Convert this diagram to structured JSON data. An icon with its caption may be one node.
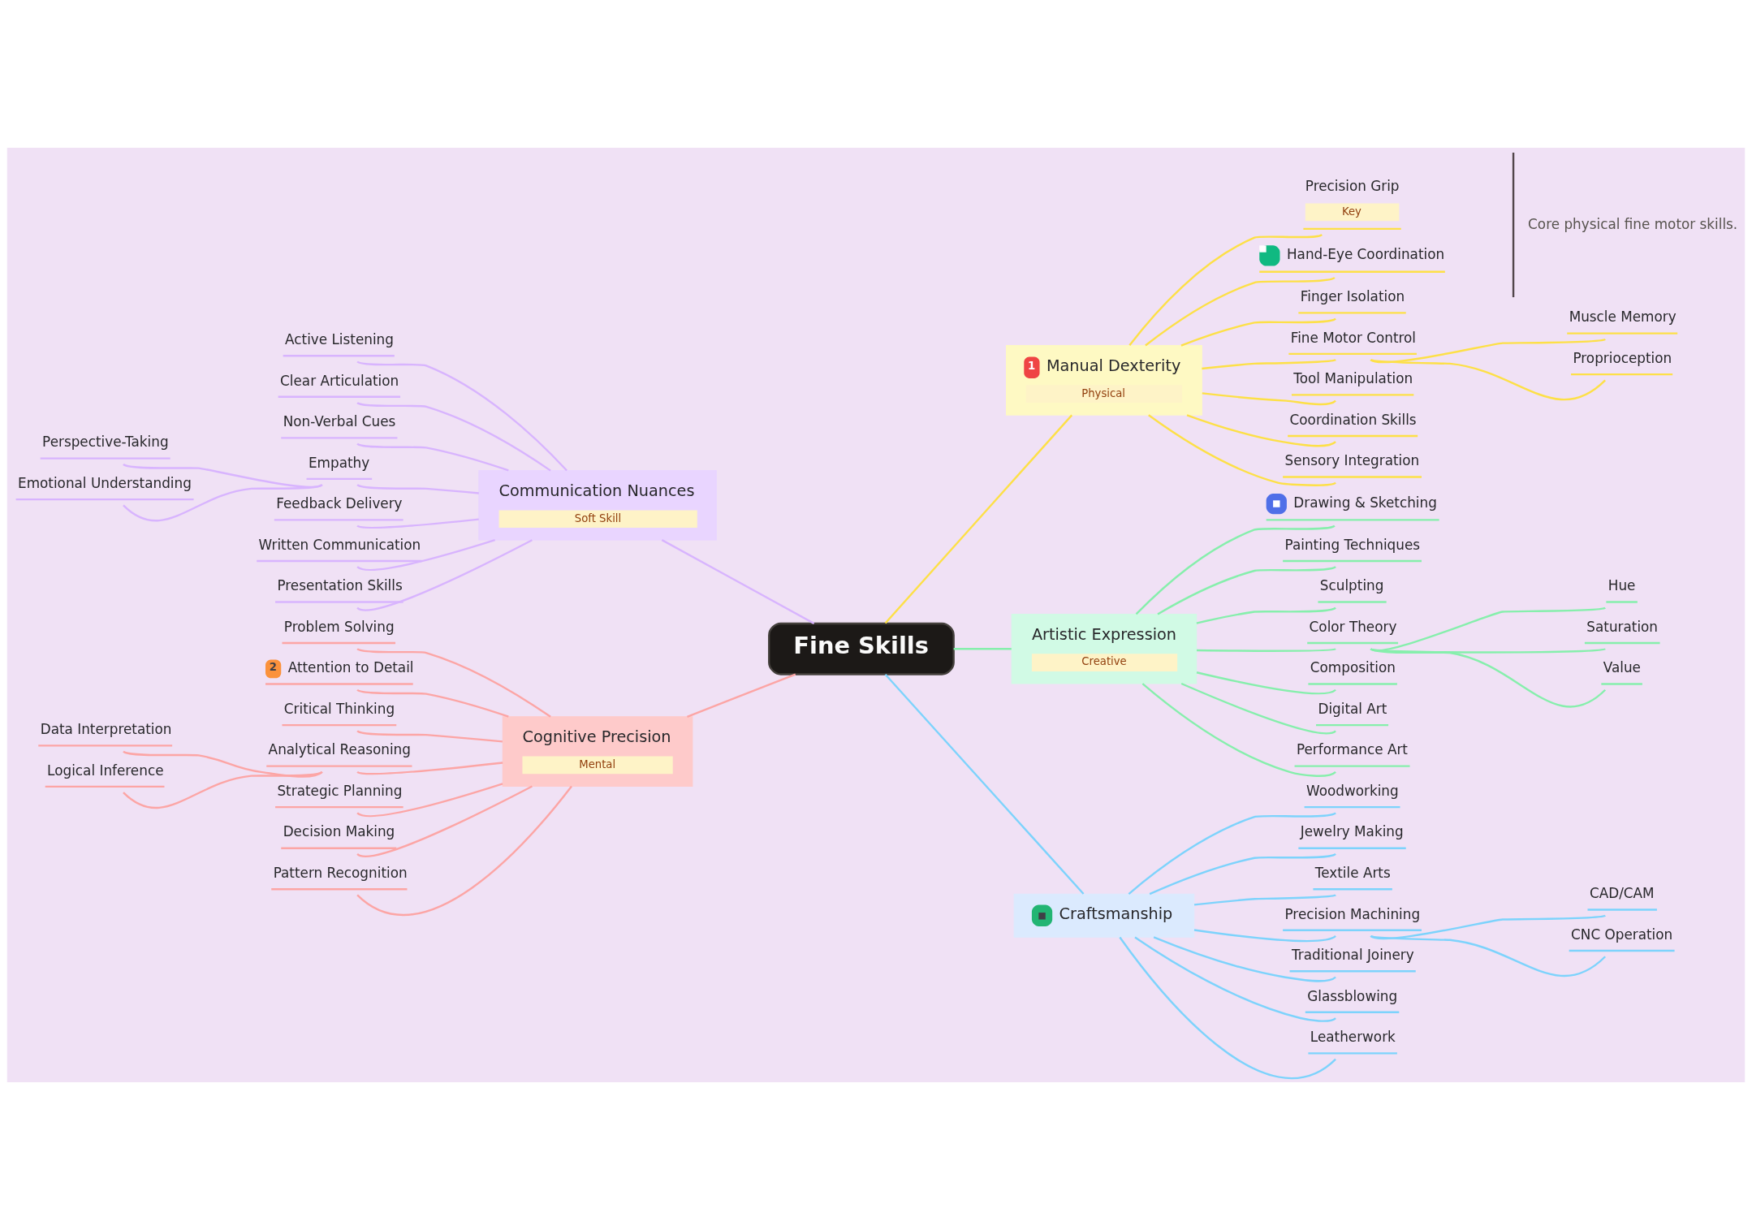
{
  "diagram": {
    "nodes": [
      {
        "text": [
          "Fine Skills"
        ]
      },
      {
        "text": [
          "1",
          "Manual Dexterity",
          "Physical"
        ]
      },
      {
        "text": [
          "Precision Grip",
          "Key"
        ]
      },
      {
        "text": [
          "Hand-Eye Coordination"
        ]
      },
      {
        "text": [
          "Finger Isolation"
        ]
      },
      {
        "text": [
          "Fine Motor Control"
        ]
      },
      {
        "text": [
          "Muscle Memory"
        ]
      },
      {
        "text": [
          "Proprioception"
        ]
      },
      {
        "text": [
          "Tool Manipulation"
        ]
      },
      {
        "text": [
          "Coordination Skills"
        ]
      },
      {
        "text": [
          "Sensory Integration"
        ]
      },
      {
        "text": [
          "Artistic Expression",
          "Creative"
        ]
      },
      {
        "text": [
          "Drawing & Sketching"
        ]
      },
      {
        "text": [
          "Painting Techniques"
        ]
      },
      {
        "text": [
          "Sculpting"
        ]
      },
      {
        "text": [
          "Color Theory"
        ]
      },
      {
        "text": [
          "Hue"
        ]
      },
      {
        "text": [
          "Saturation"
        ]
      },
      {
        "text": [
          "Value"
        ]
      },
      {
        "text": [
          "Composition"
        ]
      },
      {
        "text": [
          "Digital Art"
        ]
      },
      {
        "text": [
          "Performance Art"
        ]
      },
      {
        "text": [
          "Craftsmanship"
        ]
      },
      {
        "text": [
          "Woodworking"
        ]
      },
      {
        "text": [
          "Jewelry Making"
        ]
      },
      {
        "text": [
          "Textile Arts"
        ]
      },
      {
        "text": [
          "Precision Machining"
        ]
      },
      {
        "text": [
          "CAD/CAM"
        ]
      },
      {
        "text": [
          "CNC Operation"
        ]
      },
      {
        "text": [
          "Traditional Joinery"
        ]
      },
      {
        "text": [
          "Glassblowing"
        ]
      },
      {
        "text": [
          "Leatherwork"
        ]
      },
      {
        "text": [
          "Communication Nuances",
          "Soft Skill"
        ]
      },
      {
        "text": [
          "Active Listening"
        ]
      },
      {
        "text": [
          "Clear Articulation"
        ]
      },
      {
        "text": [
          "Non-Verbal Cues"
        ]
      },
      {
        "text": [
          "Empathy"
        ]
      },
      {
        "text": [
          "Perspective-Taking"
        ]
      },
      {
        "text": [
          "Emotional Understanding"
        ]
      },
      {
        "text": [
          "Feedback Delivery"
        ]
      },
      {
        "text": [
          "Written Communication"
        ]
      },
      {
        "text": [
          "Presentation Skills"
        ]
      },
      {
        "text": [
          "Cognitive Precision",
          "Mental"
        ]
      },
      {
        "text": [
          "Problem Solving"
        ]
      },
      {
        "text": [
          "2",
          "Attention to Detail"
        ]
      },
      {
        "text": [
          "Critical Thinking"
        ]
      },
      {
        "text": [
          "Analytical Reasoning"
        ]
      },
      {
        "text": [
          "Data Interpretation"
        ]
      },
      {
        "text": [
          "Logical Inference"
        ]
      },
      {
        "text": [
          "Strategic Planning"
        ]
      },
      {
        "text": [
          "Decision Making"
        ]
      },
      {
        "text": [
          "Pattern Recognition"
        ]
      }
    ],
    "edges": [
      {
        "from": 0,
        "to": 1,
        "arrow": "none",
        "color": "#fde047"
      },
      {
        "from": 1,
        "to": 2,
        "arrow": "none",
        "color": "#fde047"
      },
      {
        "from": 1,
        "to": 3,
        "arrow": "none",
        "color": "#fde047"
      },
      {
        "from": 1,
        "to": 4,
        "arrow": "none",
        "color": "#fde047"
      },
      {
        "from": 1,
        "to": 5,
        "arrow": "none",
        "color": "#fde047"
      },
      {
        "from": 5,
        "to": 6,
        "arrow": "none",
        "color": "#fde047"
      },
      {
        "from": 5,
        "to": 7,
        "arrow": "none",
        "color": "#fde047"
      },
      {
        "from": 1,
        "to": 8,
        "arrow": "none",
        "color": "#fde047"
      },
      {
        "from": 1,
        "to": 9,
        "arrow": "none",
        "color": "#fde047"
      },
      {
        "from": 1,
        "to": 10,
        "arrow": "none",
        "color": "#fde047"
      },
      {
        "from": 0,
        "to": 11,
        "arrow": "none",
        "color": "#86efac"
      },
      {
        "from": 11,
        "to": 12,
        "arrow": "none",
        "color": "#86efac"
      },
      {
        "from": 11,
        "to": 13,
        "arrow": "none",
        "color": "#86efac"
      },
      {
        "from": 11,
        "to": 14,
        "arrow": "none",
        "color": "#86efac"
      },
      {
        "from": 11,
        "to": 15,
        "arrow": "none",
        "color": "#86efac"
      },
      {
        "from": 15,
        "to": 16,
        "arrow": "none",
        "color": "#86efac"
      },
      {
        "from": 15,
        "to": 17,
        "arrow": "none",
        "color": "#86efac"
      },
      {
        "from": 15,
        "to": 18,
        "arrow": "none",
        "color": "#86efac"
      },
      {
        "from": 11,
        "to": 19,
        "arrow": "none",
        "color": "#86efac"
      },
      {
        "from": 11,
        "to": 20,
        "arrow": "none",
        "color": "#86efac"
      },
      {
        "from": 11,
        "to": 21,
        "arrow": "none",
        "color": "#86efac"
      },
      {
        "from": 0,
        "to": 22,
        "arrow": "none",
        "color": "#7dd3fc"
      },
      {
        "from": 22,
        "to": 23,
        "arrow": "none",
        "color": "#7dd3fc"
      },
      {
        "from": 22,
        "to": 24,
        "arrow": "none",
        "color": "#7dd3fc"
      },
      {
        "from": 22,
        "to": 25,
        "arrow": "none",
        "color": "#7dd3fc"
      },
      {
        "from": 22,
        "to": 26,
        "arrow": "none",
        "color": "#7dd3fc"
      },
      {
        "from": 26,
        "to": 27,
        "arrow": "none",
        "color": "#7dd3fc"
      },
      {
        "from": 26,
        "to": 28,
        "arrow": "none",
        "color": "#7dd3fc"
      },
      {
        "from": 22,
        "to": 29,
        "arrow": "none",
        "color": "#7dd3fc"
      },
      {
        "from": 22,
        "to": 30,
        "arrow": "none",
        "color": "#7dd3fc"
      },
      {
        "from": 22,
        "to": 31,
        "arrow": "none",
        "color": "#7dd3fc"
      },
      {
        "from": 32,
        "to": 0,
        "arrow": "none",
        "color": "#d8b4fe"
      },
      {
        "from": 33,
        "to": 32,
        "arrow": "none",
        "color": "#d8b4fe"
      },
      {
        "from": 34,
        "to": 32,
        "arrow": "none",
        "color": "#d8b4fe"
      },
      {
        "from": 35,
        "to": 32,
        "arrow": "none",
        "color": "#d8b4fe"
      },
      {
        "from": 36,
        "to": 32,
        "arrow": "none",
        "color": "#d8b4fe"
      },
      {
        "from": 37,
        "to": 36,
        "arrow": "none",
        "color": "#d8b4fe"
      },
      {
        "from": 38,
        "to": 36,
        "arrow": "none",
        "color": "#d8b4fe"
      },
      {
        "from": 39,
        "to": 32,
        "arrow": "none",
        "color": "#d8b4fe"
      },
      {
        "from": 40,
        "to": 32,
        "arrow": "none",
        "color": "#d8b4fe"
      },
      {
        "from": 41,
        "to": 32,
        "arrow": "none",
        "color": "#d8b4fe"
      },
      {
        "from": 42,
        "to": 0,
        "arrow": "none",
        "color": "#fca5a5"
      },
      {
        "from": 43,
        "to": 42,
        "arrow": "none",
        "color": "#fca5a5"
      },
      {
        "from": 44,
        "to": 42,
        "arrow": "none",
        "color": "#fca5a5"
      },
      {
        "from": 45,
        "to": 42,
        "arrow": "none",
        "color": "#fca5a5"
      },
      {
        "from": 46,
        "to": 42,
        "arrow": "none",
        "color": "#fca5a5"
      },
      {
        "from": 47,
        "to": 46,
        "arrow": "none",
        "color": "#fca5a5"
      },
      {
        "from": 48,
        "to": 46,
        "arrow": "none",
        "color": "#fca5a5"
      },
      {
        "from": 49,
        "to": 42,
        "arrow": "none",
        "color": "#fca5a5"
      },
      {
        "from": 50,
        "to": 42,
        "arrow": "none",
        "color": "#fca5a5"
      },
      {
        "from": 51,
        "to": 42,
        "arrow": "none",
        "color": "#fca5a5"
      }
    ],
    "labels": [
      "Core physical fine motor skills."
    ]
  }
}
